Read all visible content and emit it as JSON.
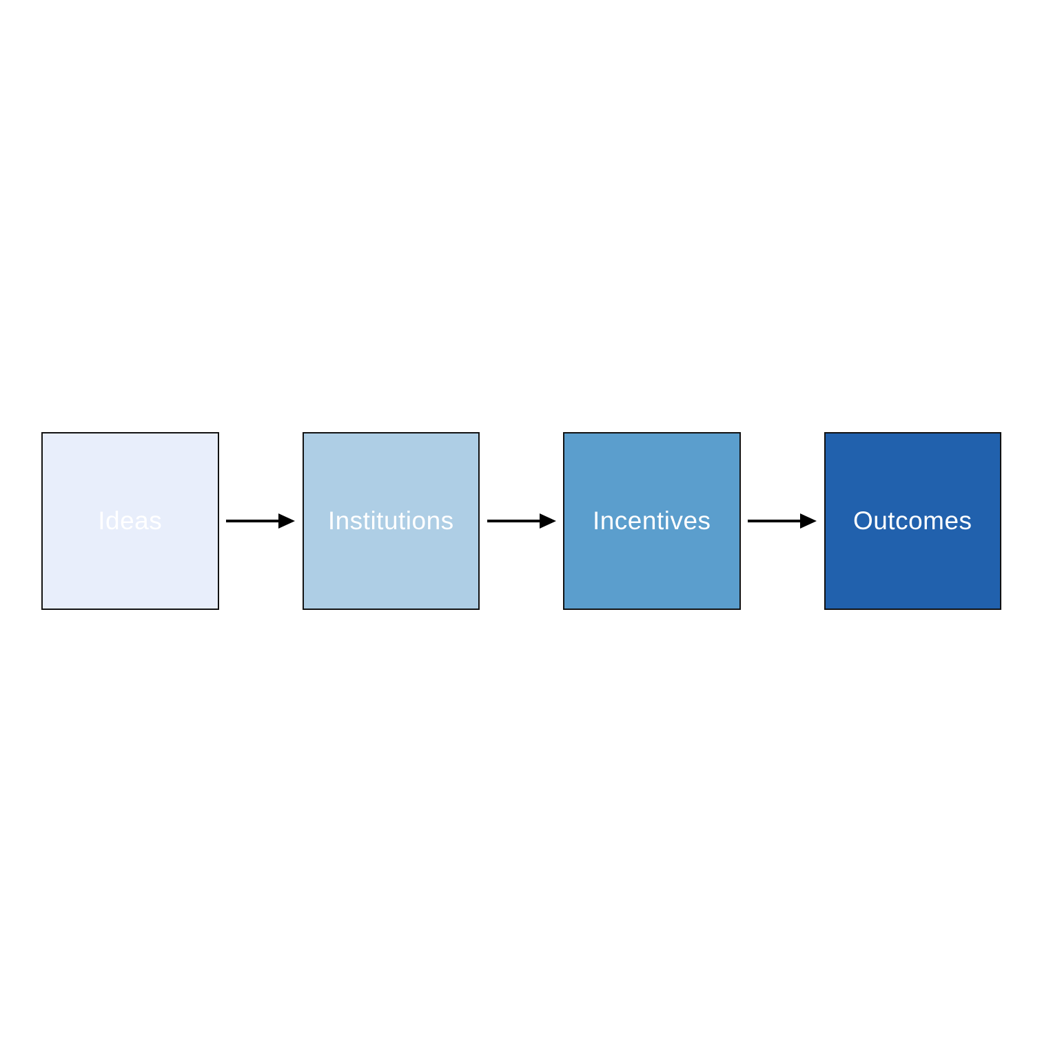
{
  "diagram": {
    "background": "#ffffff",
    "border_color": "#111111",
    "arrow_color": "#000000",
    "text_color": "#ffffff",
    "nodes": [
      {
        "label": "Ideas",
        "fill": "#e8eefb"
      },
      {
        "label": "Institutions",
        "fill": "#aecee5"
      },
      {
        "label": "Incentives",
        "fill": "#5b9ecd"
      },
      {
        "label": "Outcomes",
        "fill": "#2161ad"
      }
    ],
    "arrows": [
      {
        "name": "ideas-to-institutions"
      },
      {
        "name": "institutions-to-incentives"
      },
      {
        "name": "incentives-to-outcomes"
      }
    ]
  }
}
